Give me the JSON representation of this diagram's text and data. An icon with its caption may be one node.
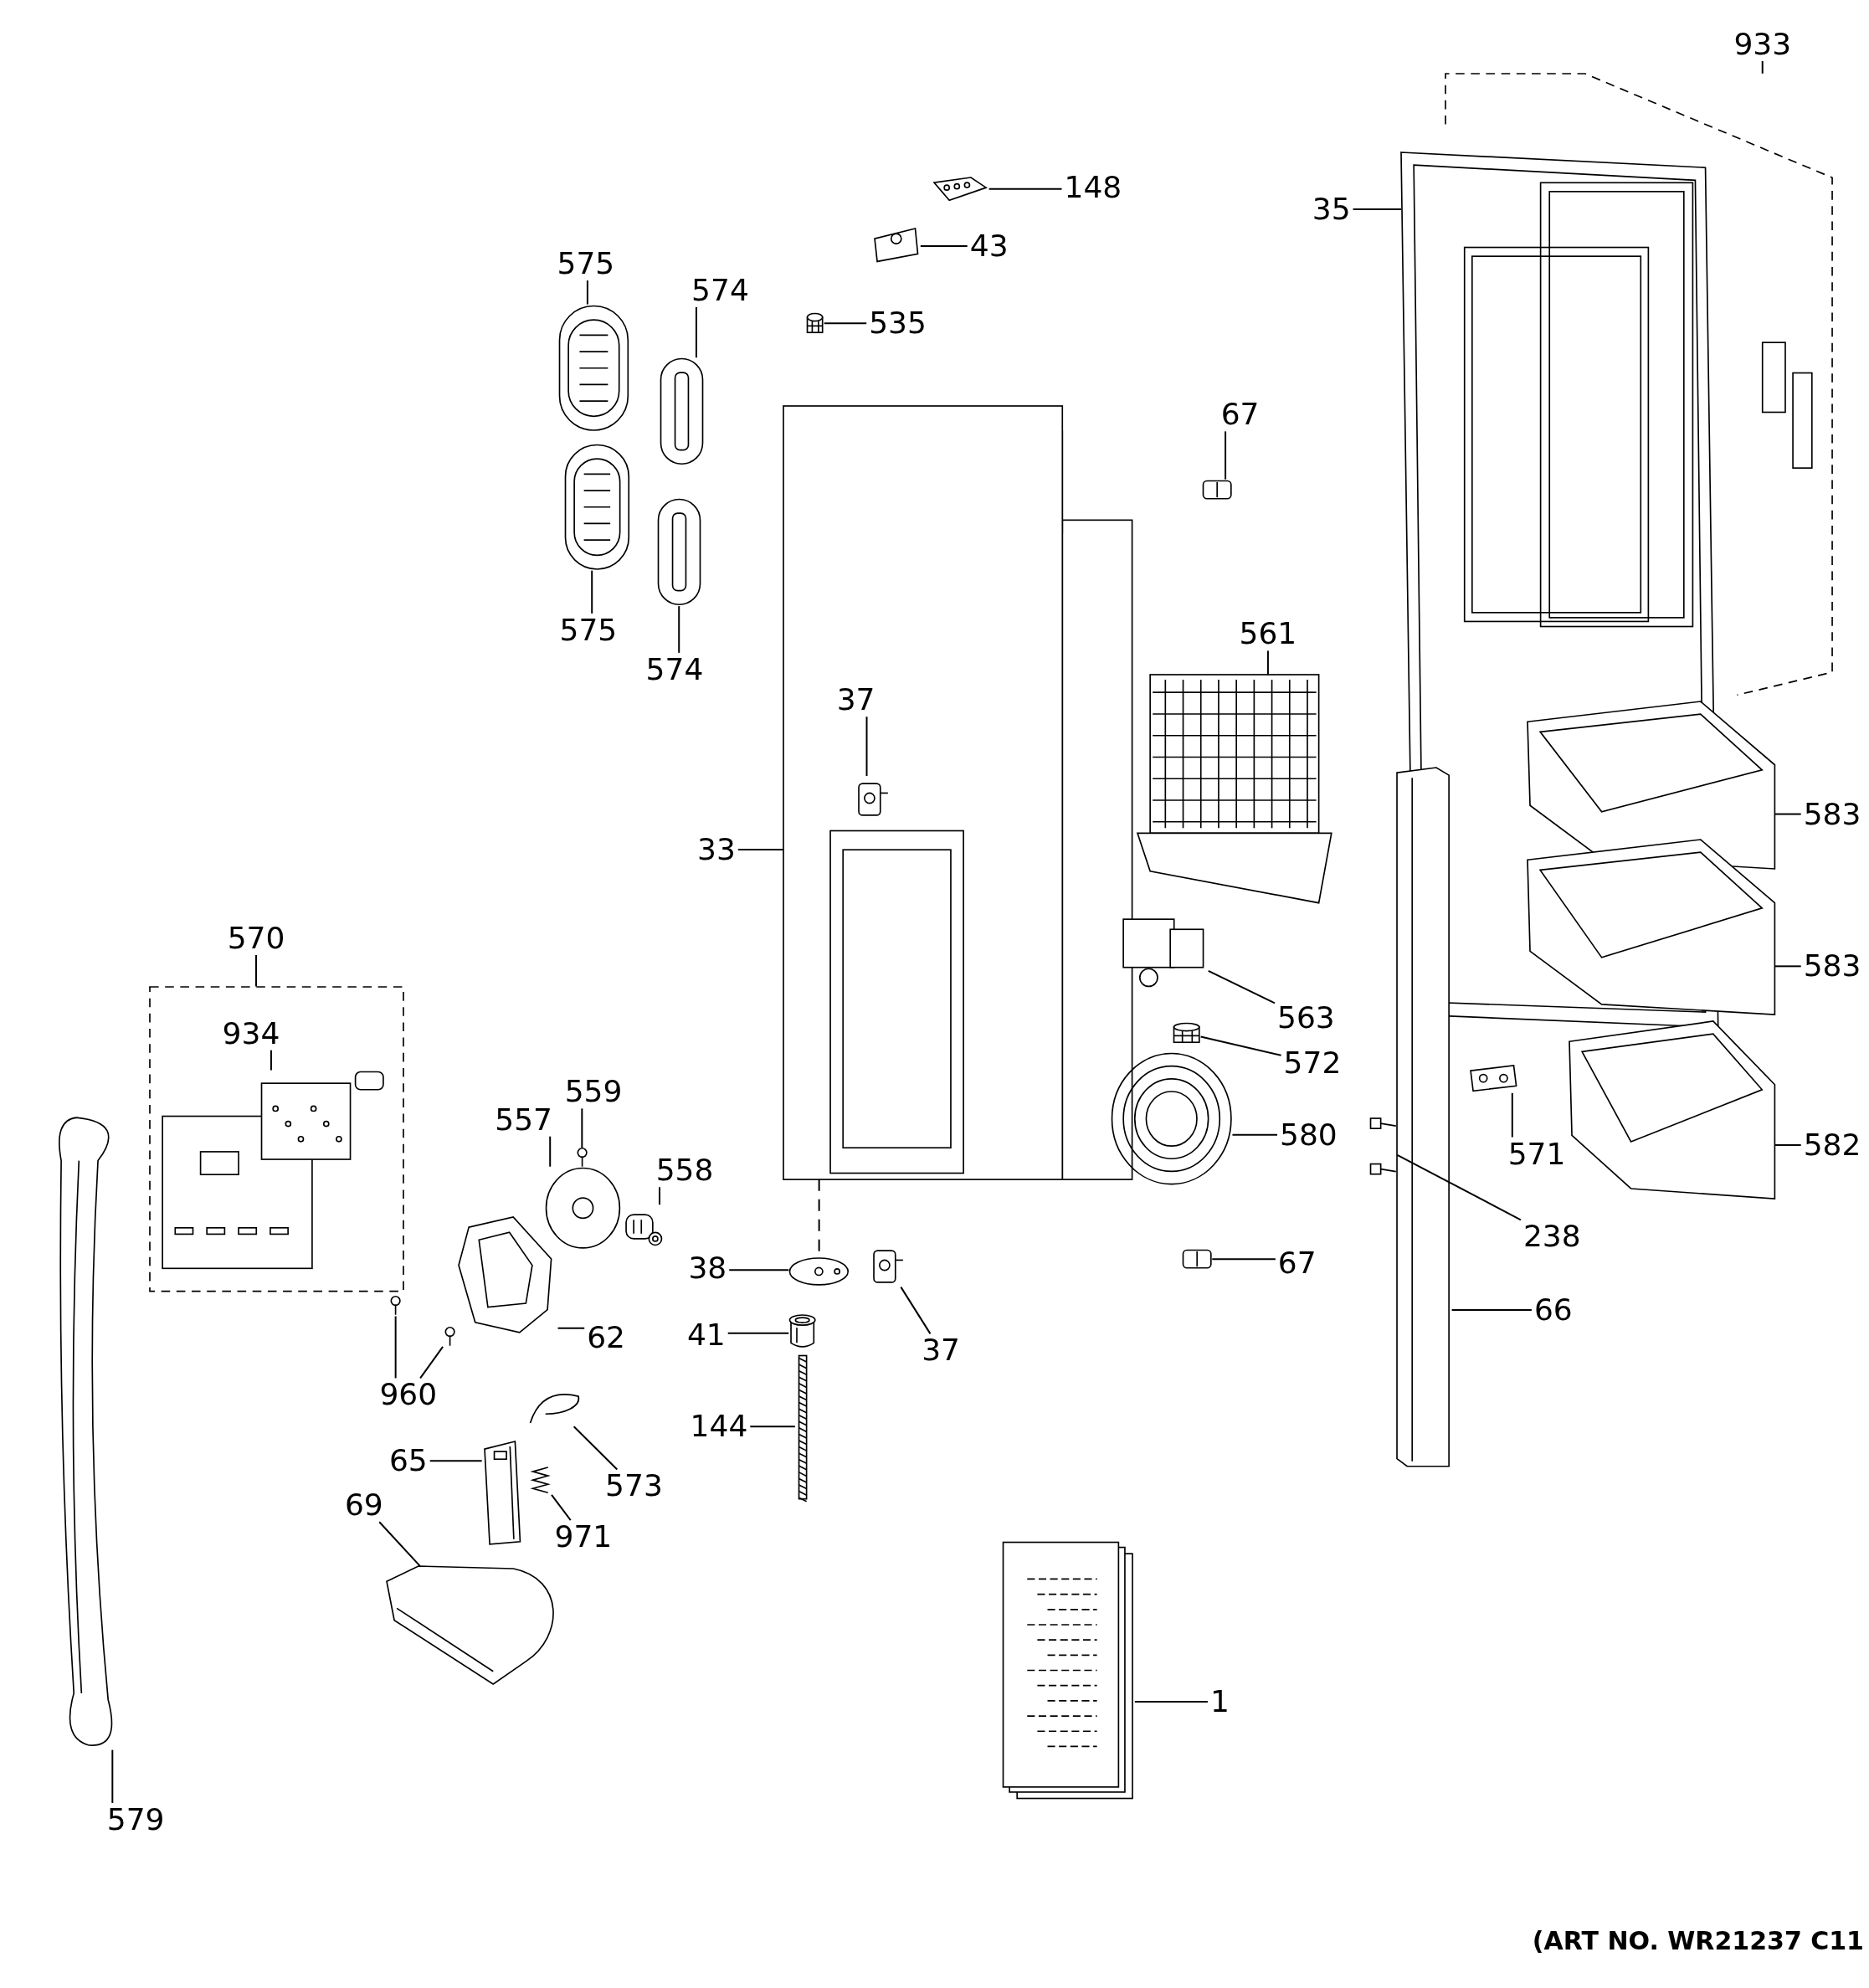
{
  "diagram": {
    "nodes": [
      {
        "text": [
          "933"
        ]
      },
      {
        "text": [],
        "shape": "box"
      },
      {
        "text": [
          "148"
        ]
      },
      {
        "text": [],
        "shape": "picture"
      },
      {
        "text": [
          "35"
        ]
      },
      {
        "text": [],
        "shape": "picture"
      },
      {
        "text": [
          "43"
        ]
      },
      {
        "text": [],
        "shape": "picture"
      },
      {
        "text": [
          "575"
        ]
      },
      {
        "text": [],
        "shape": "picture"
      },
      {
        "text": [
          "574"
        ]
      },
      {
        "text": [],
        "shape": "picture"
      },
      {
        "text": [
          "535"
        ]
      },
      {
        "text": [],
        "shape": "picture"
      },
      {
        "text": [
          "67"
        ]
      },
      {
        "text": [],
        "shape": "picture"
      },
      {
        "text": [
          "575"
        ]
      },
      {
        "text": [],
        "shape": "picture"
      },
      {
        "text": [
          "574"
        ]
      },
      {
        "text": [],
        "shape": "picture"
      },
      {
        "text": [
          "561"
        ]
      },
      {
        "text": [],
        "shape": "picture"
      },
      {
        "text": [
          "33"
        ]
      },
      {
        "text": [],
        "shape": "picture"
      },
      {
        "text": [
          "37"
        ],
        "in": 23
      },
      {
        "text": [],
        "shape": "picture",
        "in": 23
      },
      {
        "text": [
          "583"
        ]
      },
      {
        "text": [],
        "shape": "picture"
      },
      {
        "text": [
          "583"
        ]
      },
      {
        "text": [],
        "shape": "picture"
      },
      {
        "text": [
          "570"
        ]
      },
      {
        "text": [],
        "shape": "box"
      },
      {
        "text": [
          "934"
        ],
        "in": 31
      },
      {
        "text": [],
        "shape": "picture",
        "in": 31
      },
      {
        "text": [
          "563"
        ]
      },
      {
        "text": [],
        "shape": "picture"
      },
      {
        "text": [
          "572"
        ]
      },
      {
        "text": [],
        "shape": "picture"
      },
      {
        "text": [
          "559"
        ]
      },
      {
        "text": [],
        "shape": "picture"
      },
      {
        "text": [
          "557"
        ]
      },
      {
        "text": [],
        "shape": "picture"
      },
      {
        "text": [
          "558"
        ]
      },
      {
        "text": [],
        "shape": "picture"
      },
      {
        "text": [
          "580"
        ]
      },
      {
        "text": [],
        "shape": "picture"
      },
      {
        "text": [
          "571"
        ]
      },
      {
        "text": [],
        "shape": "picture"
      },
      {
        "text": [
          "582"
        ]
      },
      {
        "text": [],
        "shape": "picture"
      },
      {
        "text": [
          "238"
        ]
      },
      {
        "text": [],
        "shape": "picture"
      },
      {
        "text": [
          "38"
        ]
      },
      {
        "text": [],
        "shape": "picture"
      },
      {
        "text": [
          "67"
        ]
      },
      {
        "text": [],
        "shape": "picture"
      },
      {
        "text": [
          "41"
        ]
      },
      {
        "text": [],
        "shape": "picture"
      },
      {
        "text": [
          "62"
        ]
      },
      {
        "text": [],
        "shape": "picture"
      },
      {
        "text": [
          "37"
        ]
      },
      {
        "text": [],
        "shape": "picture"
      },
      {
        "text": [
          "66"
        ]
      },
      {
        "text": [],
        "shape": "picture"
      },
      {
        "text": [
          "960"
        ]
      },
      {
        "text": [],
        "shape": "picture"
      },
      {
        "text": [],
        "shape": "picture"
      },
      {
        "text": [
          "144"
        ]
      },
      {
        "text": [],
        "shape": "picture"
      },
      {
        "text": [
          "573"
        ]
      },
      {
        "text": [],
        "shape": "picture"
      },
      {
        "text": [
          "65"
        ]
      },
      {
        "text": [],
        "shape": "picture"
      },
      {
        "text": [
          "971"
        ]
      },
      {
        "text": [],
        "shape": "picture"
      },
      {
        "text": [
          "69"
        ]
      },
      {
        "text": [],
        "shape": "picture"
      },
      {
        "text": [
          "1"
        ]
      },
      {
        "text": [],
        "shape": "picture"
      },
      {
        "text": [
          "579"
        ]
      },
      {
        "text": [],
        "shape": "picture"
      }
    ],
    "edges": [
      {
        "from": 0,
        "to": 1,
        "arrow": "none"
      },
      {
        "from": 2,
        "to": 3,
        "arrow": "none"
      },
      {
        "from": 4,
        "to": 5,
        "arrow": "none"
      },
      {
        "from": 6,
        "to": 7,
        "arrow": "none"
      },
      {
        "from": 8,
        "to": 9,
        "arrow": "none"
      },
      {
        "from": 10,
        "to": 11,
        "arrow": "none"
      },
      {
        "from": 12,
        "to": 13,
        "arrow": "none"
      },
      {
        "from": 14,
        "to": 15,
        "arrow": "none"
      },
      {
        "from": 16,
        "to": 17,
        "arrow": "none"
      },
      {
        "from": 18,
        "to": 19,
        "arrow": "none"
      },
      {
        "from": 20,
        "to": 21,
        "arrow": "none"
      },
      {
        "from": 22,
        "to": 23,
        "arrow": "none"
      },
      {
        "from": 24,
        "to": 25,
        "arrow": "none"
      },
      {
        "from": 26,
        "to": 27,
        "arrow": "none"
      },
      {
        "from": 28,
        "to": 29,
        "arrow": "none"
      },
      {
        "from": 30,
        "to": 31,
        "arrow": "none"
      },
      {
        "from": 32,
        "to": 33,
        "arrow": "none"
      },
      {
        "from": 34,
        "to": 35,
        "arrow": "none"
      },
      {
        "from": 36,
        "to": 37,
        "arrow": "none"
      },
      {
        "from": 38,
        "to": 39,
        "arrow": "none"
      },
      {
        "from": 40,
        "to": 41,
        "arrow": "none"
      },
      {
        "from": 42,
        "to": 43,
        "arrow": "none"
      },
      {
        "from": 44,
        "to": 45,
        "arrow": "none"
      },
      {
        "from": 46,
        "to": 47,
        "arrow": "none"
      },
      {
        "from": 48,
        "to": 49,
        "arrow": "none"
      },
      {
        "from": 50,
        "to": 51,
        "arrow": "none"
      },
      {
        "from": 52,
        "to": 53,
        "arrow": "none"
      },
      {
        "from": 54,
        "to": 55,
        "arrow": "none"
      },
      {
        "from": 56,
        "to": 57,
        "arrow": "none"
      },
      {
        "from": 58,
        "to": 59,
        "arrow": "none"
      },
      {
        "from": 60,
        "to": 61,
        "arrow": "none"
      },
      {
        "from": 62,
        "to": 63,
        "arrow": "none"
      },
      {
        "from": 64,
        "to": 65,
        "arrow": "none"
      },
      {
        "from": 64,
        "to": 66,
        "arrow": "none"
      },
      {
        "from": 67,
        "to": 68,
        "arrow": "none"
      },
      {
        "from": 69,
        "to": 70,
        "arrow": "none"
      },
      {
        "from": 71,
        "to": 72,
        "arrow": "none"
      },
      {
        "from": 73,
        "to": 74,
        "arrow": "none"
      },
      {
        "from": 75,
        "to": 76,
        "arrow": "none"
      },
      {
        "from": 77,
        "to": 78,
        "arrow": "none"
      },
      {
        "from": 79,
        "to": 80,
        "arrow": "none"
      },
      {
        "from": 23,
        "to": 53,
        "arrow": "none",
        "style": "dashed"
      }
    ],
    "labels": [
      "(ART NO. WR21237 C11"
    ]
  }
}
